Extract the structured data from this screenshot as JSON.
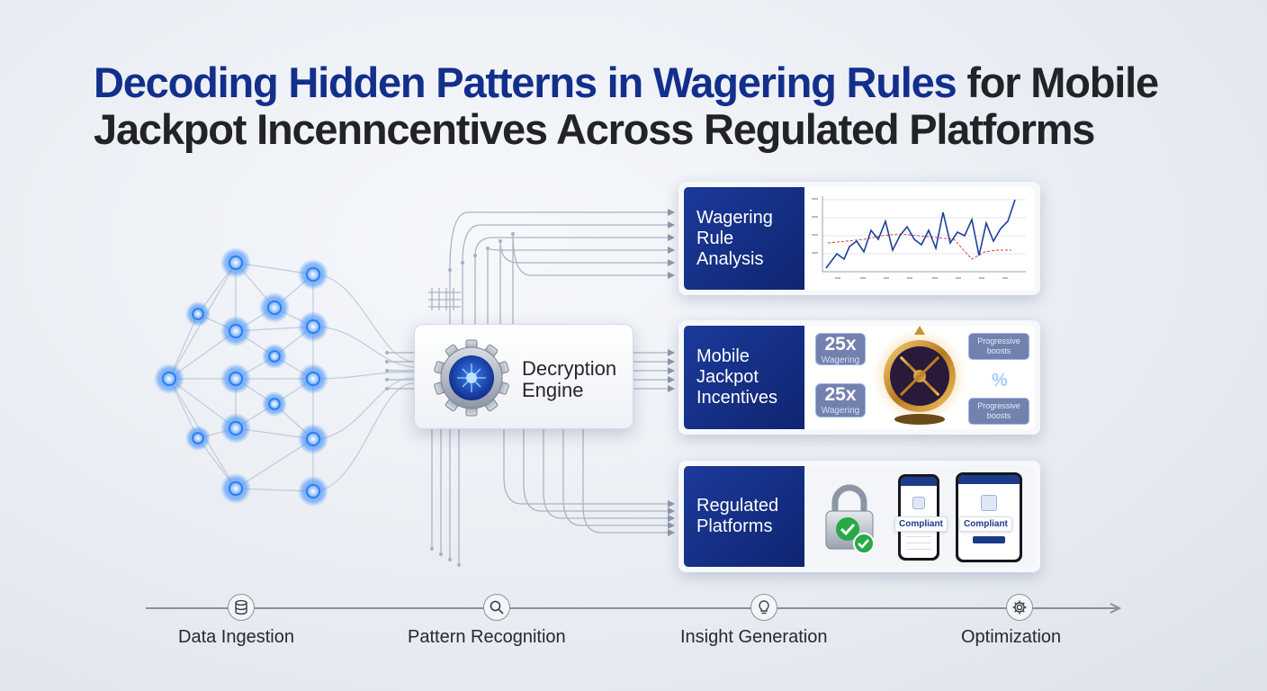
{
  "title": {
    "accent": "Decoding Hidden Patterns in Wagering Rules",
    "rest_line1": " for Mobile",
    "line2": "Jackpot Incenncentives Across Regulated Platforms"
  },
  "engine": {
    "label_line1": "Decryption",
    "label_line2": "Engine",
    "icon": "gear-chip-icon"
  },
  "cards": [
    {
      "label": [
        "Wagering",
        "Rule",
        "Analysis"
      ],
      "icon": "line-chart"
    },
    {
      "label": [
        "Mobile",
        "Jackpot",
        "Incentives"
      ],
      "badges": [
        {
          "value": "25x",
          "caption": "Wagering"
        },
        {
          "value": "25x",
          "caption": "Wagering"
        }
      ],
      "boosts": [
        "Progressive boosts",
        "Progressive boosts"
      ],
      "percent": "%",
      "icon": "jackpot-wheel-icon"
    },
    {
      "label": [
        "Regulated",
        "Platforms"
      ],
      "compliance": [
        "Compliant",
        "Compliant"
      ],
      "icons": [
        "padlock-check-icon",
        "phone-icon",
        "tablet-icon"
      ]
    }
  ],
  "timeline": [
    {
      "label": "Data Ingestion",
      "icon": "database-icon"
    },
    {
      "label": "Pattern Recognition",
      "icon": "magnifier-icon"
    },
    {
      "label": "Insight Generation",
      "icon": "lightbulb-icon"
    },
    {
      "label": "Optimization",
      "icon": "gear-icon"
    }
  ],
  "colors": {
    "navy": "#132f8c",
    "node_blue": "#3e8ef7",
    "check_green": "#29a847",
    "gold": "#c9922e"
  }
}
